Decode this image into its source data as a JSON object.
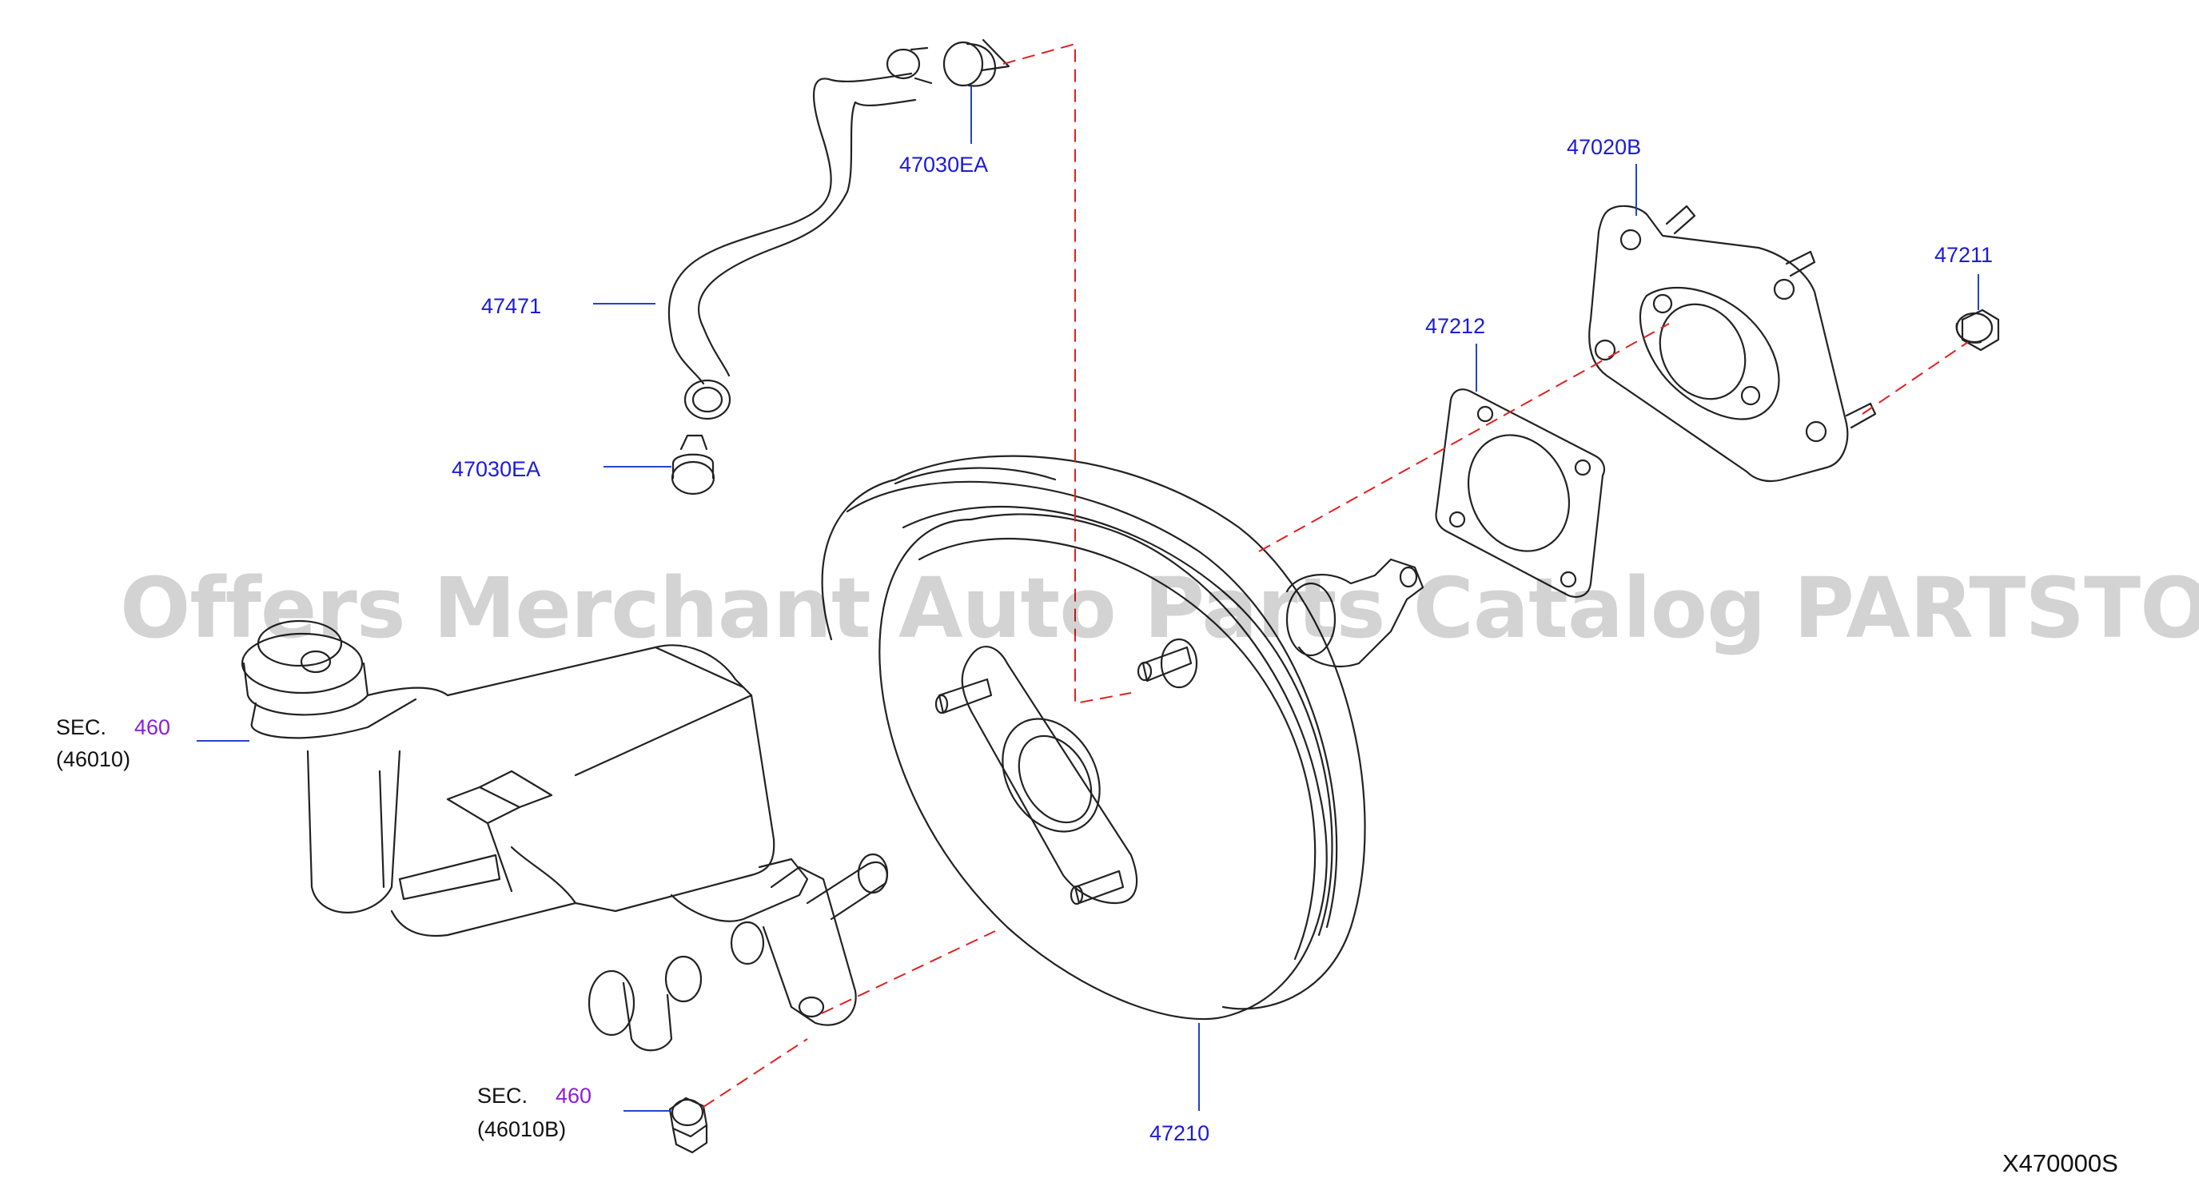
{
  "diagram_code": "X470000S",
  "watermark": "Offers Merchant Auto Parts Catalog PARTSTORE.SA",
  "parts": {
    "p47030ea_top": "47030EA",
    "p47471": "47471",
    "p47030ea_bottom": "47030EA",
    "p47020b": "47020B",
    "p47211": "47211",
    "p47212": "47212",
    "p47210": "47210"
  },
  "sections": {
    "reservoir": {
      "prefix": "SEC.",
      "number": "460",
      "sub": "(46010)"
    },
    "nut": {
      "prefix": "SEC.",
      "number": "460",
      "sub": "(46010B)"
    }
  },
  "colors": {
    "part_link": "#1a1adb",
    "section_link": "#8a1ee0",
    "leader_dash": "#e02020",
    "outline": "#222222"
  }
}
